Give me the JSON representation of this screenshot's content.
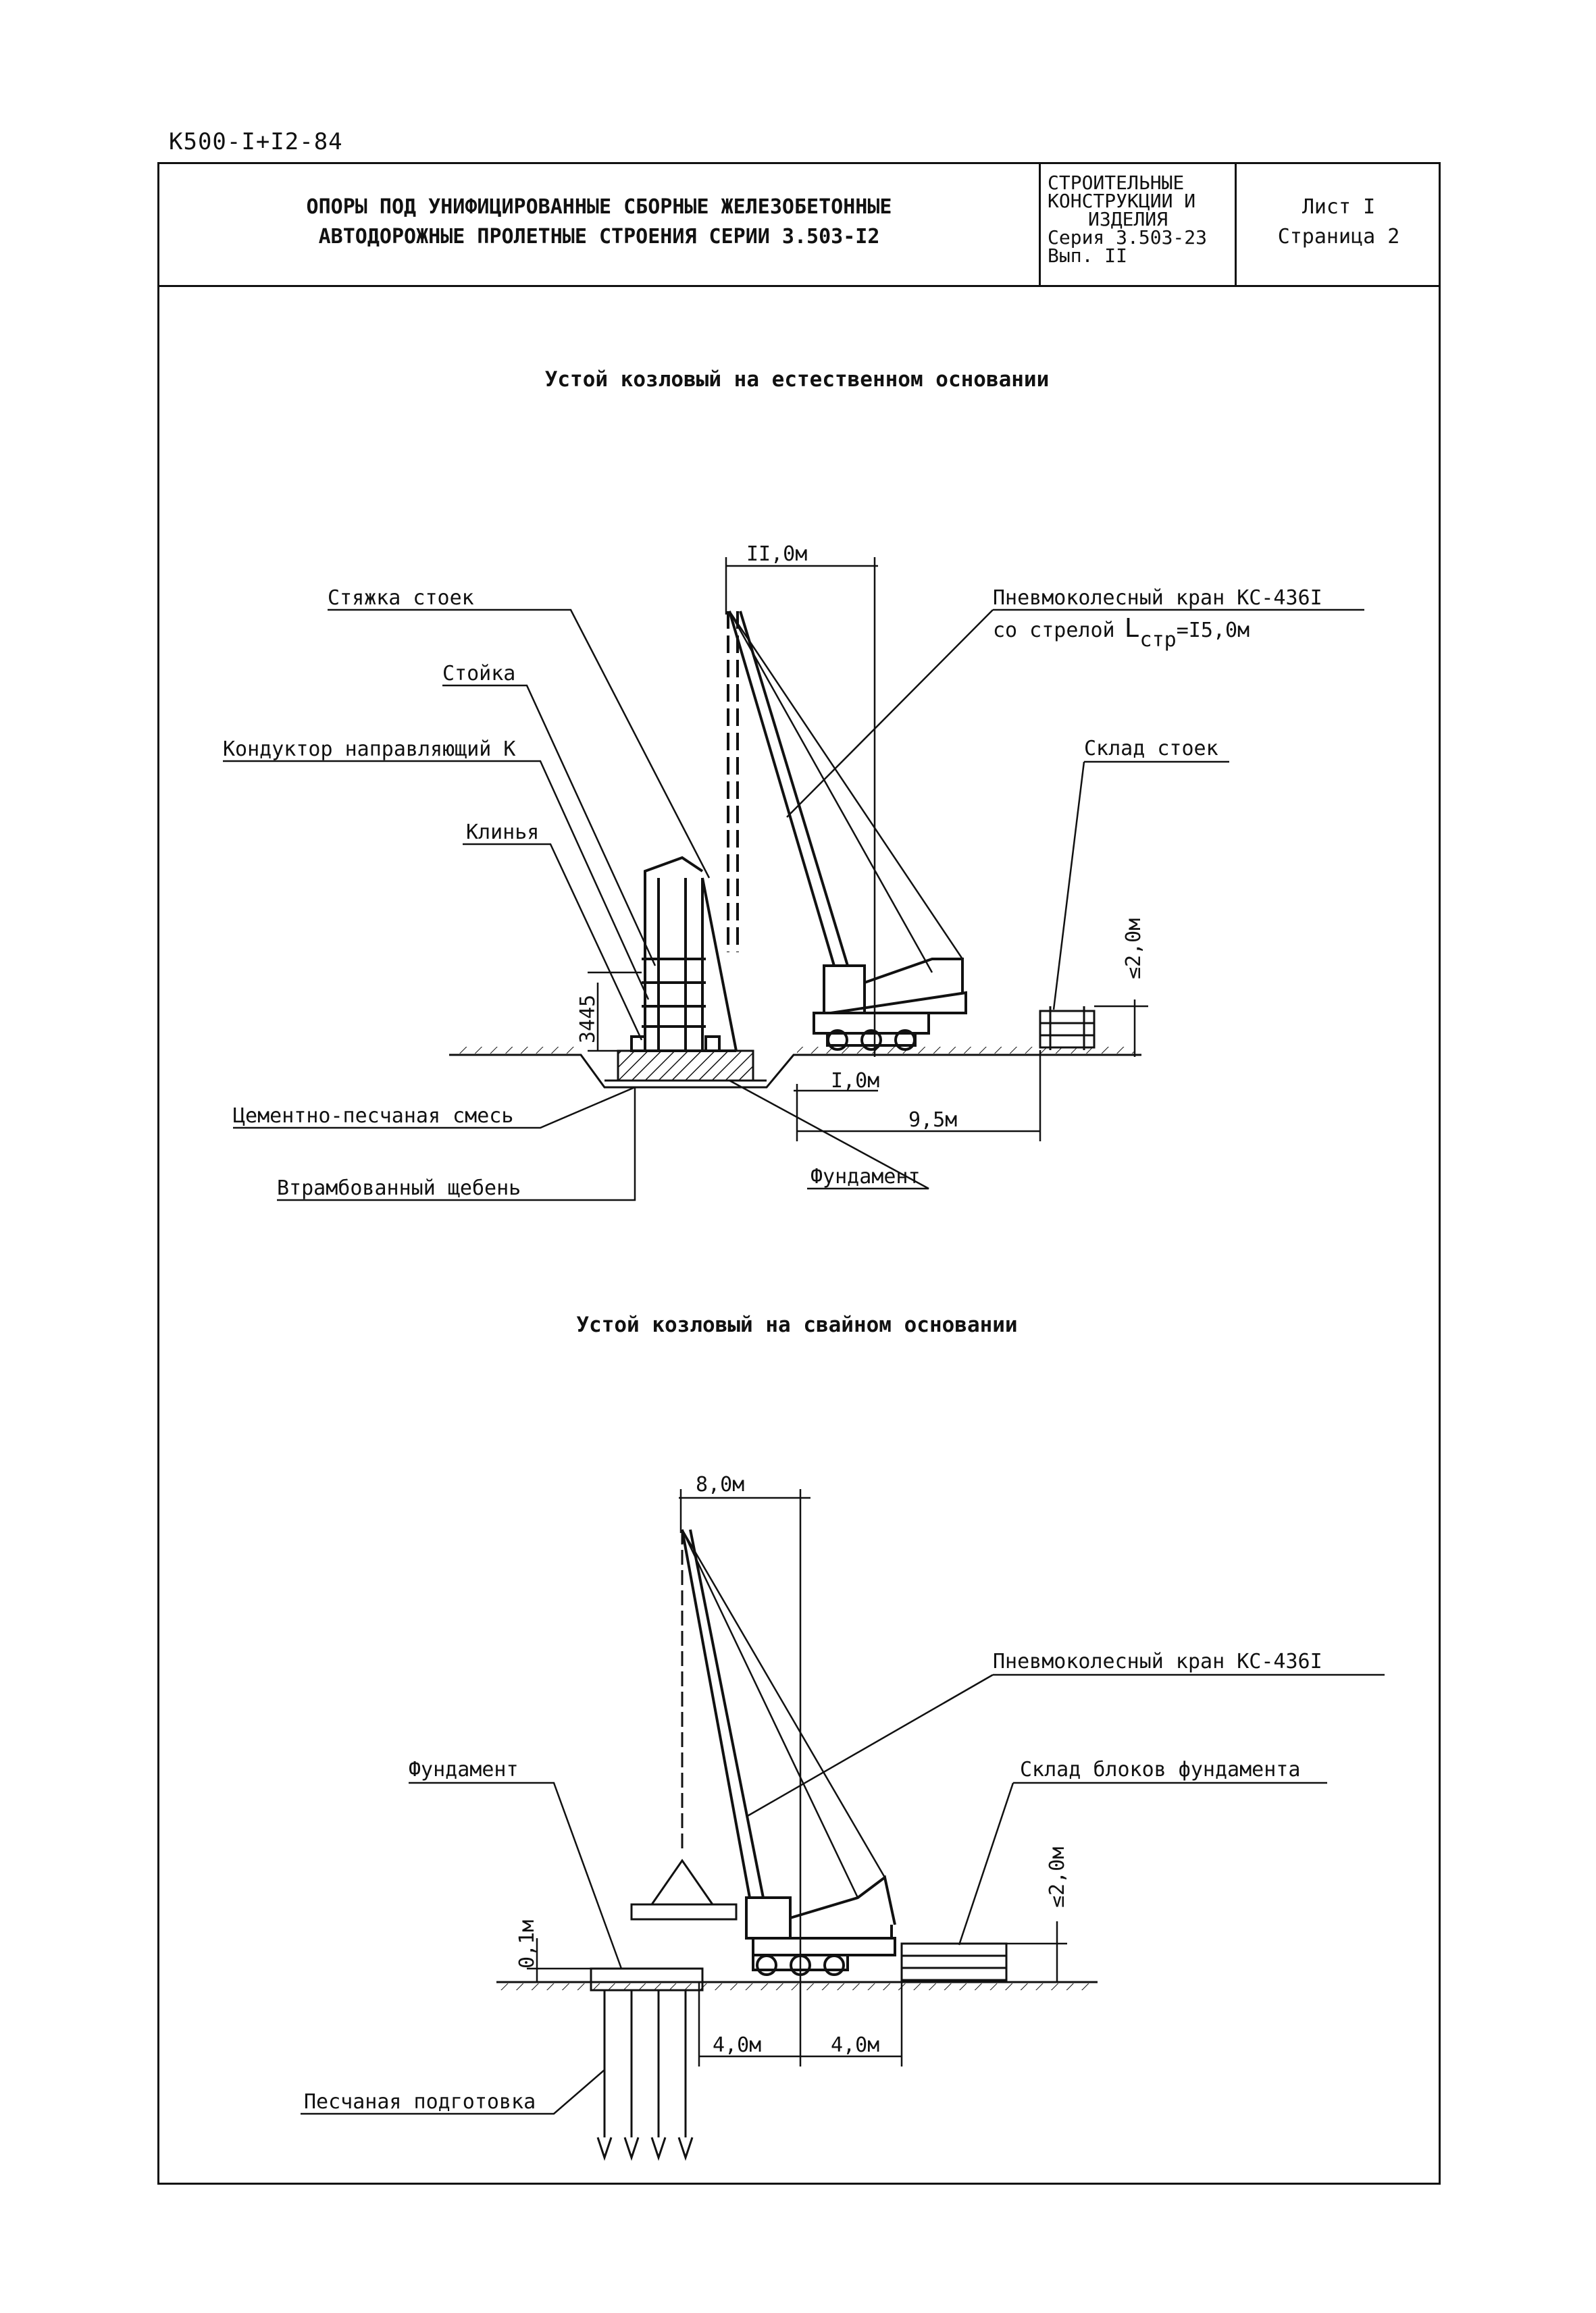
{
  "doc_code": "К500-I+I2-84",
  "title_block": {
    "title_line1": "ОПОРЫ ПОД УНИФИЦИРОВАННЫЕ СБОРНЫЕ ЖЕЛЕЗОБЕТОННЫЕ",
    "title_line2": "АВТОДОРОЖНЫЕ ПРОЛЕТНЫЕ СТРОЕНИЯ СЕРИИ 3.503-I2",
    "series_line1": "СТРОИТЕЛЬНЫЕ",
    "series_line2": "КОНСТРУКЦИИ И",
    "series_line3": "ИЗДЕЛИЯ",
    "series_line4": "Серия 3.503-23",
    "series_line5": "Вып. II",
    "sheet": "Лист I",
    "page": "Страница 2"
  },
  "drawing1": {
    "heading": "Устой козловый на естественном основании",
    "boom_reach": "II,0м",
    "crane_label": "Пневмоколесный кран КС-436I",
    "boom_prefix": "со стрелой",
    "boom_L": "L",
    "boom_sub": "стр",
    "boom_value": "=I5,0м",
    "tie_label": "Стяжка стоек",
    "post_label": "Стойка",
    "guide_label": "Кондуктор направляющий К",
    "wedges_label": "Клинья",
    "storage_label": "Склад стоек",
    "stack_height": "≤2,0м",
    "post_height": "3445",
    "offset_dim": "I,0м",
    "distance_dim": "9,5м",
    "mix_label": "Цементно-песчаная смесь",
    "gravel_label": "Втрамбованный щебень",
    "foundation_label": "Фундамент"
  },
  "drawing2": {
    "heading": "Устой козловый на свайном основании",
    "boom_reach": "8,0м",
    "crane_label": "Пневмоколесный кран КС-436I",
    "foundation_label": "Фундамент",
    "storage_label": "Склад блоков фундамента",
    "stack_height": "≤2,0м",
    "depth_dim": "0,1м",
    "dim_left": "4,0м",
    "dim_right": "4,0м",
    "sand_label": "Песчаная подготовка"
  }
}
